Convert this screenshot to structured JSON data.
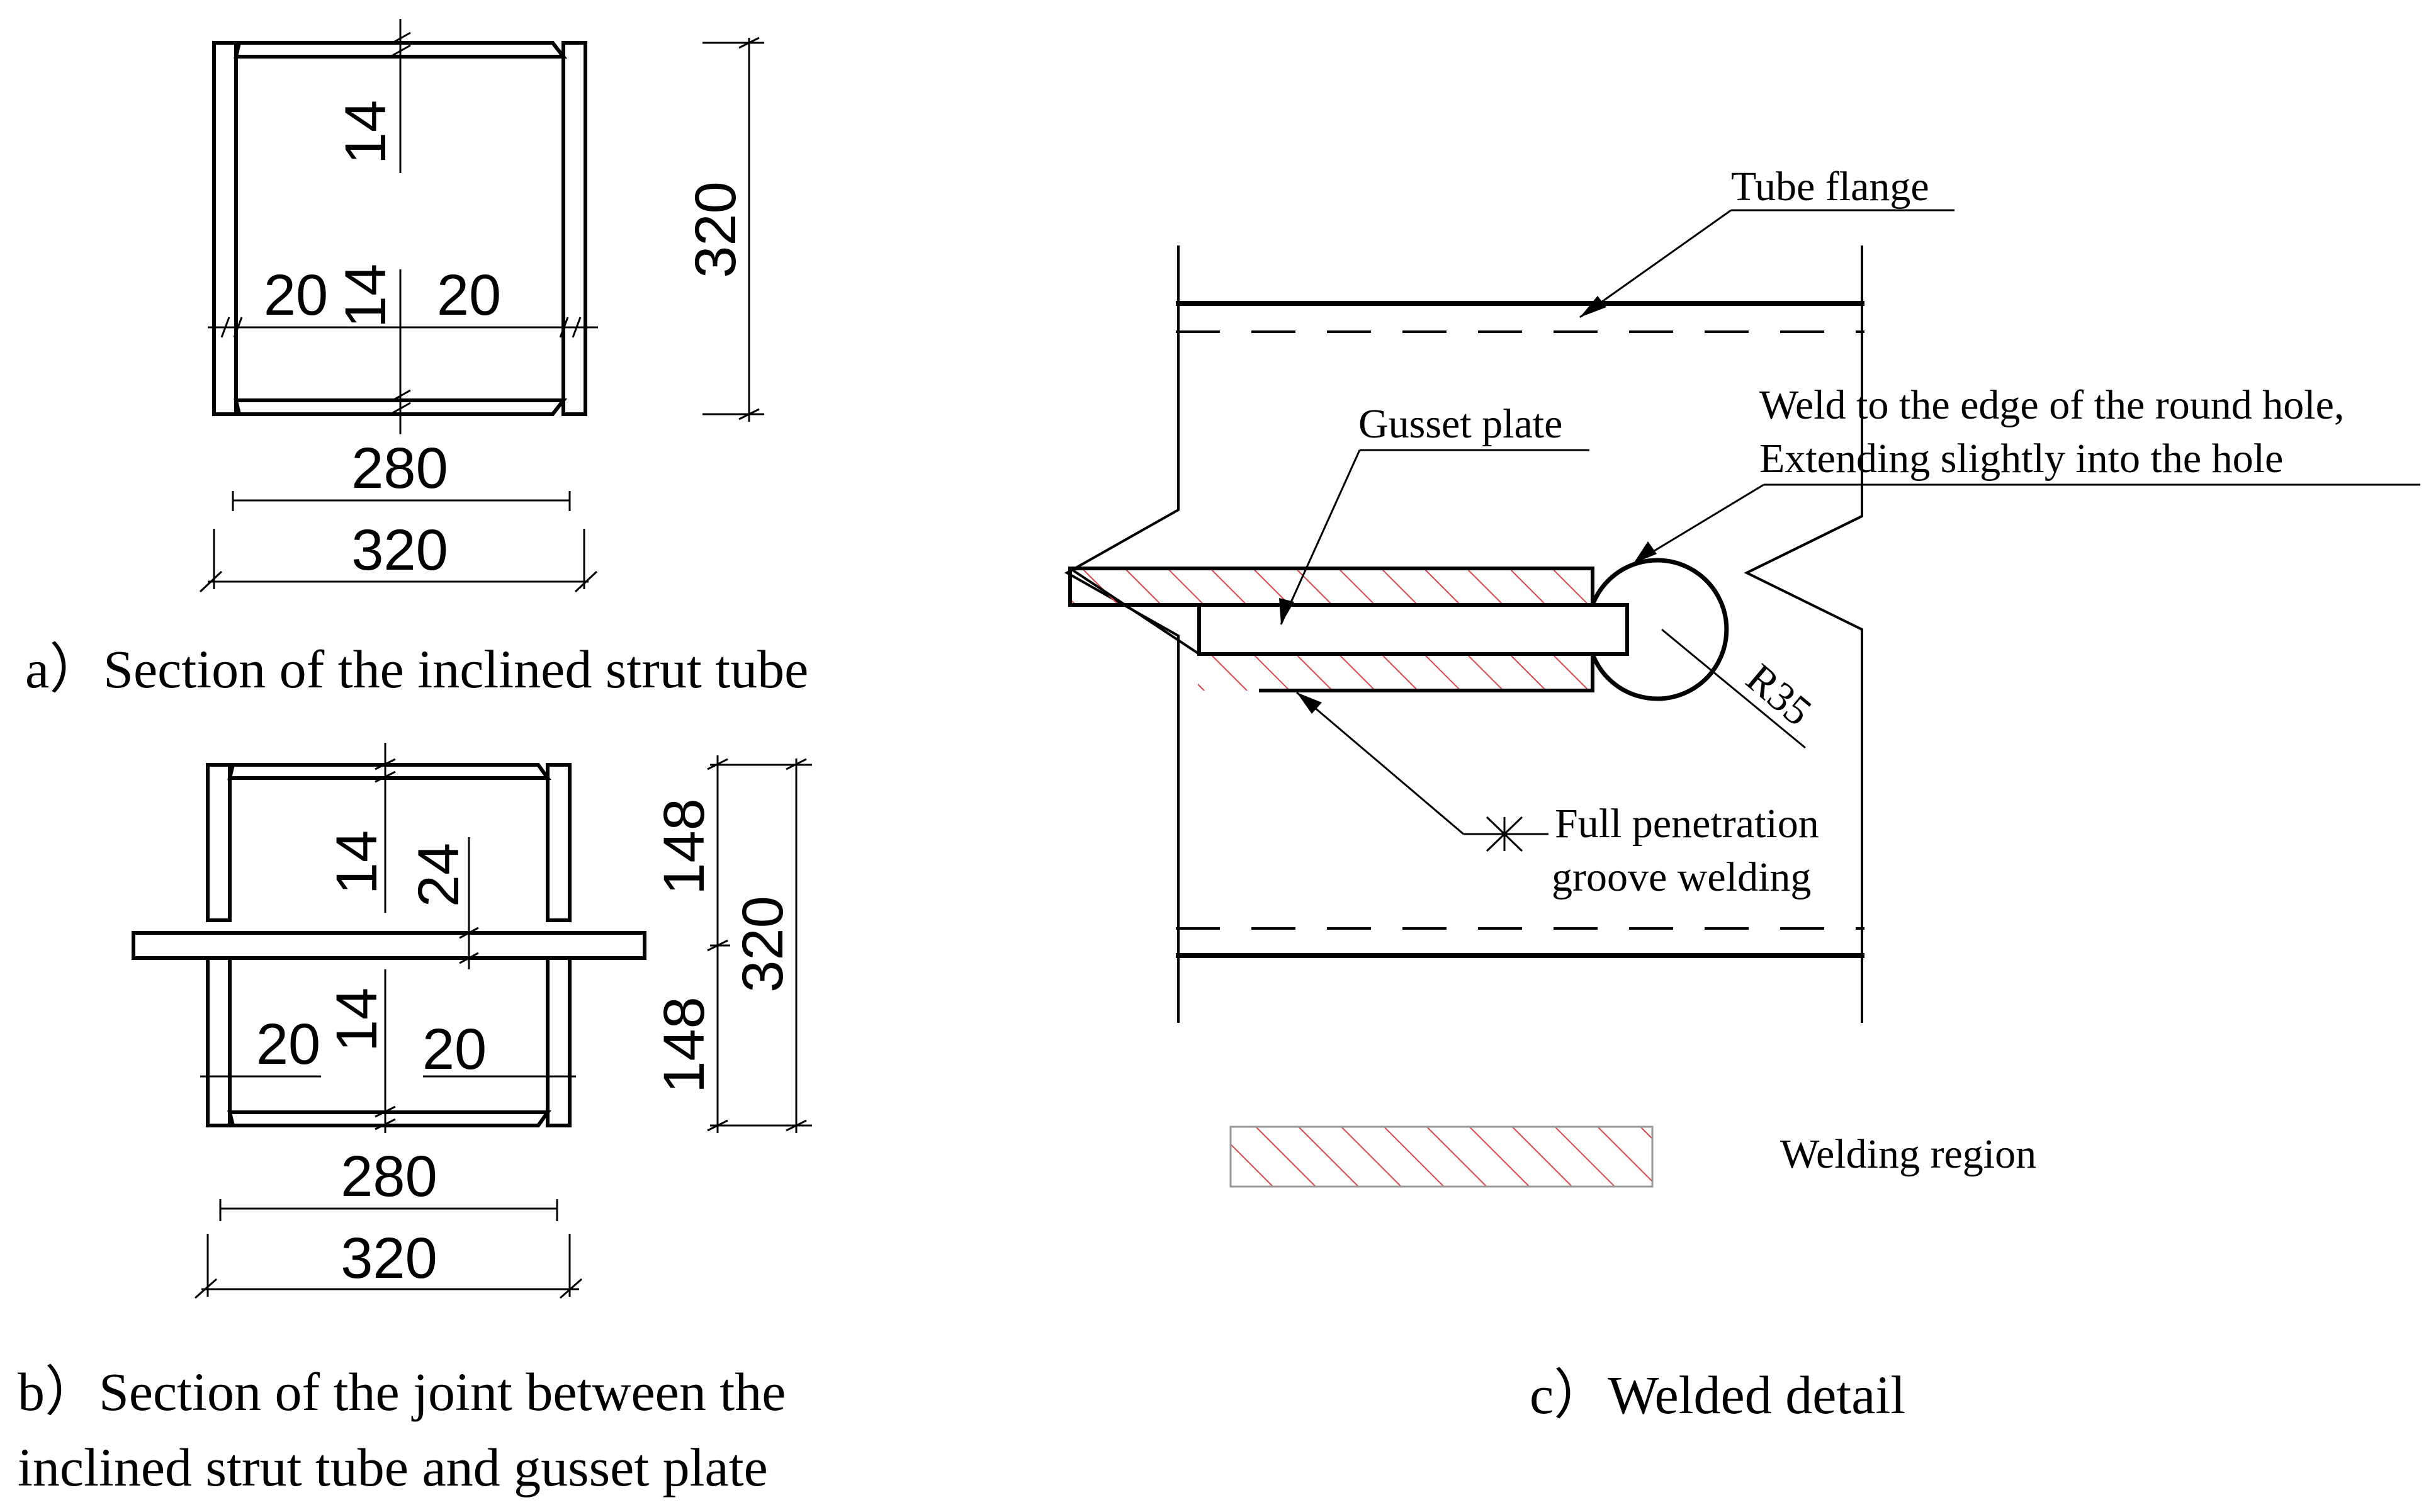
{
  "panel_a": {
    "caption": "a）Section of the inclined strut tube",
    "dims": {
      "web_top": "14",
      "web_mid": "14",
      "flange_left": "20",
      "flange_right": "20",
      "inner_width": "280",
      "outer_width": "320",
      "height": "320"
    }
  },
  "panel_b": {
    "caption_line1": "b）Section of the joint between the",
    "caption_line2": "inclined strut tube and gusset plate",
    "dims": {
      "web_top": "14",
      "gusset": "24",
      "web_bottom": "14",
      "flange_left": "20",
      "flange_right": "20",
      "upper_half": "148",
      "lower_half": "148",
      "height": "320",
      "inner_width": "280",
      "outer_width": "320"
    }
  },
  "panel_c": {
    "caption": "c）Welded detail",
    "labels": {
      "tube_flange": "Tube flange",
      "gusset_plate": "Gusset plate",
      "weld_note_1": "Weld to the edge of the round hole,",
      "weld_note_2": "Extending slightly into the hole",
      "radius": "R35",
      "groove_1": "Full penetration",
      "groove_2": "groove welding"
    },
    "legend": {
      "label": "Welding region",
      "hatch_color": "#e0454a"
    }
  }
}
